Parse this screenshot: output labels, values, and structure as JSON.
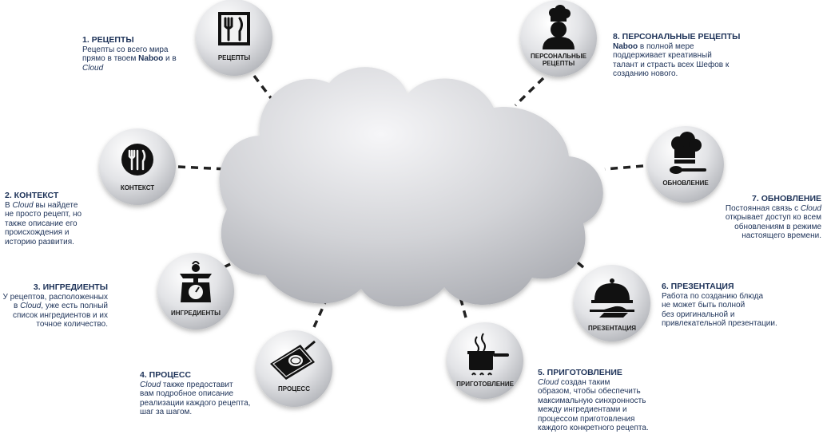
{
  "nodes": [
    {
      "id": "recipes",
      "label_lines": [
        "РЕЦЕПТЫ"
      ],
      "icon": "fork-knife-icon"
    },
    {
      "id": "context",
      "label_lines": [
        "КОНТЕКСТ"
      ],
      "icon": "fork-knife-circle-icon"
    },
    {
      "id": "ingredients",
      "label_lines": [
        "ИНГРЕДИЕНТЫ"
      ],
      "icon": "kitchen-scale-icon"
    },
    {
      "id": "process",
      "label_lines": [
        "ПРОЦЕСС"
      ],
      "icon": "cutting-board-icon"
    },
    {
      "id": "cooking",
      "label_lines": [
        "ПРИГОТОВЛЕНИЕ"
      ],
      "icon": "cooking-pot-icon"
    },
    {
      "id": "presentation",
      "label_lines": [
        "ПРЕЗЕНТАЦИЯ"
      ],
      "icon": "serving-cloche-icon"
    },
    {
      "id": "update",
      "label_lines": [
        "ОБНОВЛЕНИЕ"
      ],
      "icon": "chef-hat-spoon-icon"
    },
    {
      "id": "personal",
      "label_lines": [
        "ПЕРСОНАЛЬНЫЕ",
        "РЕЦЕПТЫ"
      ],
      "icon": "chef-icon"
    }
  ],
  "descriptions": {
    "recipes": {
      "title": "1. РЕЦЕПТЫ",
      "lines": [
        [
          {
            "t": "Рецепты со всего мира"
          }
        ],
        [
          {
            "t": "прямо в твоем "
          },
          {
            "t": "Naboo",
            "b": true
          },
          {
            "t": " и в"
          }
        ],
        [
          {
            "t": "Cloud",
            "i": true
          }
        ]
      ]
    },
    "context": {
      "title": "2. КОНТЕКСТ",
      "lines": [
        [
          {
            "t": "В "
          },
          {
            "t": "Cloud",
            "i": true
          },
          {
            "t": " вы найдете"
          }
        ],
        [
          {
            "t": "не просто рецепт, но"
          }
        ],
        [
          {
            "t": "также описание его"
          }
        ],
        [
          {
            "t": "происхождения и"
          }
        ],
        [
          {
            "t": "историю развития."
          }
        ]
      ]
    },
    "ingredients": {
      "title": "3. ИНГРЕДИЕНТЫ",
      "lines": [
        [
          {
            "t": "У рецептов, расположенных"
          }
        ],
        [
          {
            "t": "в "
          },
          {
            "t": "Cloud",
            "i": true
          },
          {
            "t": ", уже есть полный"
          }
        ],
        [
          {
            "t": "список ингредиентов и их"
          }
        ],
        [
          {
            "t": "точное количество."
          }
        ]
      ]
    },
    "process": {
      "title": "4. ПРОЦЕСС",
      "lines": [
        [
          {
            "t": "Cloud",
            "i": true
          },
          {
            "t": " также предоставит"
          }
        ],
        [
          {
            "t": "вам подробное описание"
          }
        ],
        [
          {
            "t": "реализации каждого рецепта,"
          }
        ],
        [
          {
            "t": "шаг за шагом."
          }
        ]
      ]
    },
    "cooking": {
      "title": "5. ПРИГОТОВЛЕНИЕ",
      "lines": [
        [
          {
            "t": "Cloud",
            "i": true
          },
          {
            "t": " создан таким"
          }
        ],
        [
          {
            "t": "образом, чтобы обеспечить"
          }
        ],
        [
          {
            "t": "максимальную синхронность"
          }
        ],
        [
          {
            "t": "между ингредиентами и"
          }
        ],
        [
          {
            "t": "процессом приготовления"
          }
        ],
        [
          {
            "t": "каждого конкретного рецепта."
          }
        ]
      ]
    },
    "presentation": {
      "title": "6. ПРЕЗЕНТАЦИЯ",
      "lines": [
        [
          {
            "t": "Работа по созданию блюда"
          }
        ],
        [
          {
            "t": "не может быть полной"
          }
        ],
        [
          {
            "t": "без оригинальной и"
          }
        ],
        [
          {
            "t": "привлекательной презентации."
          }
        ]
      ]
    },
    "update": {
      "title": "7. ОБНОВЛЕНИЕ",
      "lines": [
        [
          {
            "t": "Постоянная связь с "
          },
          {
            "t": "Cloud",
            "i": true
          }
        ],
        [
          {
            "t": "открывает доступ ко всем"
          }
        ],
        [
          {
            "t": "обновлениям в режиме"
          }
        ],
        [
          {
            "t": "настоящего времени."
          }
        ]
      ]
    },
    "personal": {
      "title": "8. ПЕРСОНАЛЬНЫЕ РЕЦЕПТЫ",
      "lines": [
        [
          {
            "t": "Naboo",
            "b": true
          },
          {
            "t": " в полной мере"
          }
        ],
        [
          {
            "t": "поддерживает креативный"
          }
        ],
        [
          {
            "t": "талант и страсть всех Шефов к"
          }
        ],
        [
          {
            "t": "созданию нового."
          }
        ]
      ]
    }
  },
  "colors": {
    "text": "#1d3258",
    "icon": "#111111",
    "cloud_light": "#f4f4f6",
    "cloud_dark": "#aeb0b6",
    "node_light": "#ffffff",
    "node_dark": "#b9bbc0",
    "connector": "#222222"
  }
}
